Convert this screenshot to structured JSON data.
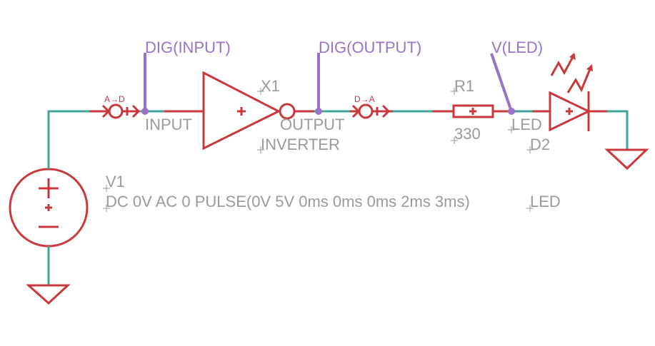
{
  "colors": {
    "component": "#c8383c",
    "net": "#3fa49a",
    "probe": "#9b72c8",
    "label": "#9a9a9a"
  },
  "probes": {
    "input": "DIG(INPUT)",
    "output": "DIG(OUTPUT)",
    "led": "V(LED)"
  },
  "adc": {
    "label": "A→D"
  },
  "dac": {
    "label": "D→A"
  },
  "inverter": {
    "name": "X1",
    "value": "INVERTER",
    "pin_in": "INPUT",
    "pin_out": "OUTPUT"
  },
  "resistor": {
    "name": "R1",
    "value": "330"
  },
  "led_net": "LED",
  "diode": {
    "name": "D2",
    "value": "LED"
  },
  "source": {
    "name": "V1",
    "value": "DC 0V AC 0 PULSE(0V 5V 0ms 0ms 0ms 2ms 3ms)"
  }
}
